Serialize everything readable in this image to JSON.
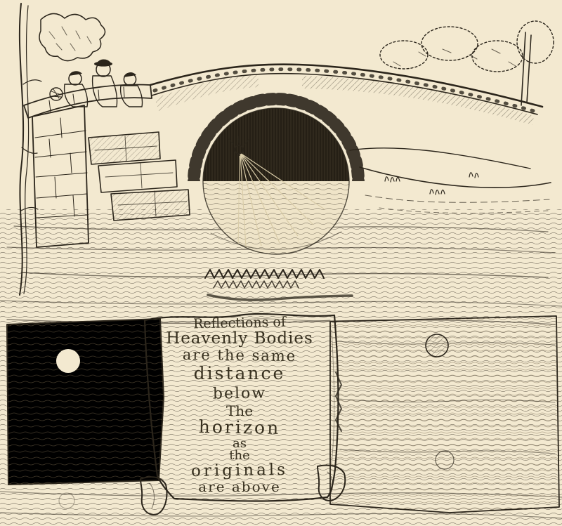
{
  "scroll": {
    "lines": [
      "Reflections of",
      "Heavenly Bodies",
      "are the same",
      "distance",
      "below",
      "The",
      "horizon",
      "as",
      "the",
      "originals",
      "are above"
    ]
  },
  "colors": {
    "paper": "#f3e9d0",
    "ink": "#2b251b",
    "parchment": "#f7eedb",
    "dark_water": "#292216"
  }
}
